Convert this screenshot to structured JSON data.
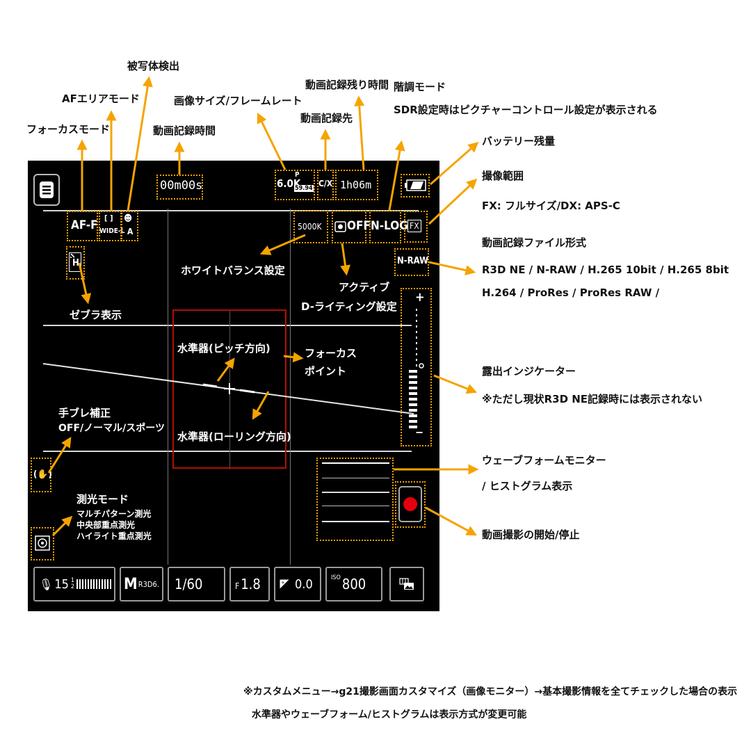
{
  "labels": {
    "subject_detect": "被写体検出",
    "af_area": "AFエリアモード",
    "focus_mode": "フォーカスモード",
    "image_size": "画像サイズ/フレームレート",
    "rec_time": "動画記録時間",
    "remaining": "動画記録残り時間",
    "destination": "動画記録先",
    "tone_mode": "階調モード",
    "tone_mode_note": "SDR設定時はピクチャーコントロール設定が表示される",
    "battery": "バッテリー残量",
    "area_title": "撮像範囲",
    "area_desc": "FX: フルサイズ/DX: APS-C",
    "file_format_title": "動画記録ファイル形式",
    "file_format_line1": "R3D NE / N-RAW / H.265 10bit / H.265 8bit",
    "file_format_line2": "H.264 / ProRes / ProRes RAW /",
    "exposure_title": "露出インジケーター",
    "exposure_note": "※ただし現状R3D NE記録時には表示されない",
    "waveform_line1": "ウェーブフォームモニター",
    "waveform_line2": "/ ヒストグラム表示",
    "rec_start_stop": "動画撮影の開始/停止",
    "footnote_line1": "※カスタムメニュー→g21撮影画面カスタマイズ（画像モニター）→基本撮影情報を全てチェックした場合の表示",
    "footnote_line2": "水準器やウェーブフォーム/ヒストグラムは表示方式が変更可能"
  },
  "in_screen_labels": {
    "white_balance": "ホワイトバランス設定",
    "active_d_1": "アクティブ",
    "active_d_2": "D-ライティング設定",
    "zebra": "ゼブラ表示",
    "pitch": "水準器(ピッチ方向)",
    "focus_point_1": "フォーカス",
    "focus_point_2": "ポイント",
    "roll": "水準器(ローリング方向)",
    "vr_1": "手ブレ補正",
    "vr_2": "OFF/ノーマル/スポーツ",
    "metering_title": "測光モード",
    "metering_1": "マルチパターン測光",
    "metering_2": "中央部重点測光",
    "metering_3": "ハイライト重点測光"
  },
  "overlay": {
    "rec_time": "00m00s",
    "frame_size": "6.0K",
    "frame_rate_p": "P",
    "frame_rate": "59.94",
    "card": "C/X",
    "remaining_time": "1h06m",
    "focus_mode": "AF-F",
    "af_area_top": "[ ]",
    "af_area_bottom": "WIDE-L",
    "subject_top": "☻",
    "subject_bottom": "A",
    "white_balance": "5000K",
    "active_d": "OFF",
    "tone_mode": "N-LOG",
    "image_area": "FX",
    "file_format": "N-RAW",
    "zebra_glyph": "H",
    "exp_plus": "+",
    "exp_minus": "−"
  },
  "bottom_bar": {
    "mic_level": "15",
    "mic_fraction_top": "1",
    "mic_fraction_bottom": "2",
    "mode": "M",
    "mode_sub": "R3D6.",
    "shutter": "1/60",
    "aperture_prefix": "F",
    "aperture": "1.8",
    "exp_comp": "0.0",
    "iso_prefix": "ISO",
    "iso": "800"
  },
  "colors": {
    "arrow": "#f5a300",
    "dotted_box": "#f0a000",
    "focus_frame": "#b01000",
    "record": "#e3000f"
  },
  "icons": [
    "menu-icon",
    "battery-icon",
    "microphone-icon",
    "vr-hand-icon",
    "metering-icon",
    "active-d-icon",
    "zebra-icon",
    "ev-icon",
    "display-mode-icon",
    "record-icon"
  ]
}
